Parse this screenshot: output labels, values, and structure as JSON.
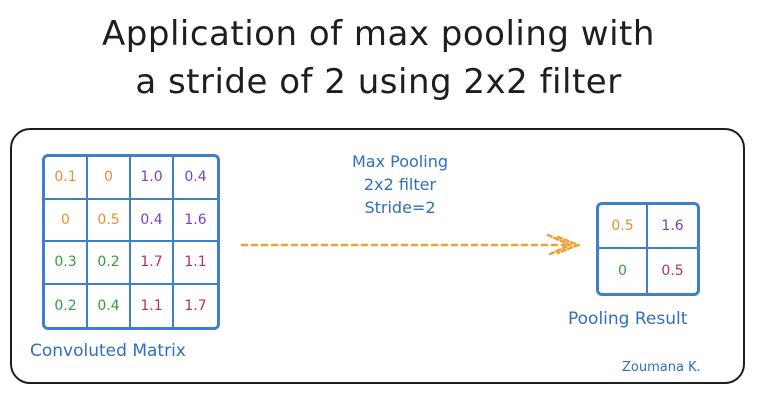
{
  "title": {
    "line1": "Application of max pooling with",
    "line2": "a stride of 2 using 2x2 filter"
  },
  "colors": {
    "grid": "#3f7fcc",
    "label": "#2f6fbf",
    "arrow": "#f0a030",
    "orange": "#e8902a",
    "purple": "#7a3fbf",
    "green": "#3a9a3a",
    "magenta": "#b0306a",
    "blue": "#2f6fbf",
    "outline": "#1e1e1e"
  },
  "input_matrix": {
    "label": "Convoluted Matrix",
    "rows": [
      [
        {
          "v": "0.1",
          "c": "orange"
        },
        {
          "v": "0",
          "c": "orange"
        },
        {
          "v": "1.0",
          "c": "purple"
        },
        {
          "v": "0.4",
          "c": "purple"
        }
      ],
      [
        {
          "v": "0",
          "c": "orange"
        },
        {
          "v": "0.5",
          "c": "orange"
        },
        {
          "v": "0.4",
          "c": "purple"
        },
        {
          "v": "1.6",
          "c": "purple"
        }
      ],
      [
        {
          "v": "0.3",
          "c": "green"
        },
        {
          "v": "0.2",
          "c": "green"
        },
        {
          "v": "1.7",
          "c": "magenta"
        },
        {
          "v": "1.1",
          "c": "magenta"
        }
      ],
      [
        {
          "v": "0.2",
          "c": "green"
        },
        {
          "v": "0.4",
          "c": "green"
        },
        {
          "v": "1.1",
          "c": "magenta"
        },
        {
          "v": "1.7",
          "c": "magenta"
        }
      ]
    ]
  },
  "operation": {
    "line1": "Max Pooling",
    "line2": "2x2 filter",
    "line3": "Stride=2"
  },
  "result_matrix": {
    "label": "Pooling Result",
    "rows": [
      [
        {
          "v": "0.5",
          "c": "orange"
        },
        {
          "v": "1.6",
          "c": "purple"
        }
      ],
      [
        {
          "v": "0",
          "c": "green"
        },
        {
          "v": "0.5",
          "c": "magenta"
        }
      ]
    ]
  },
  "credit": "Zoumana K."
}
